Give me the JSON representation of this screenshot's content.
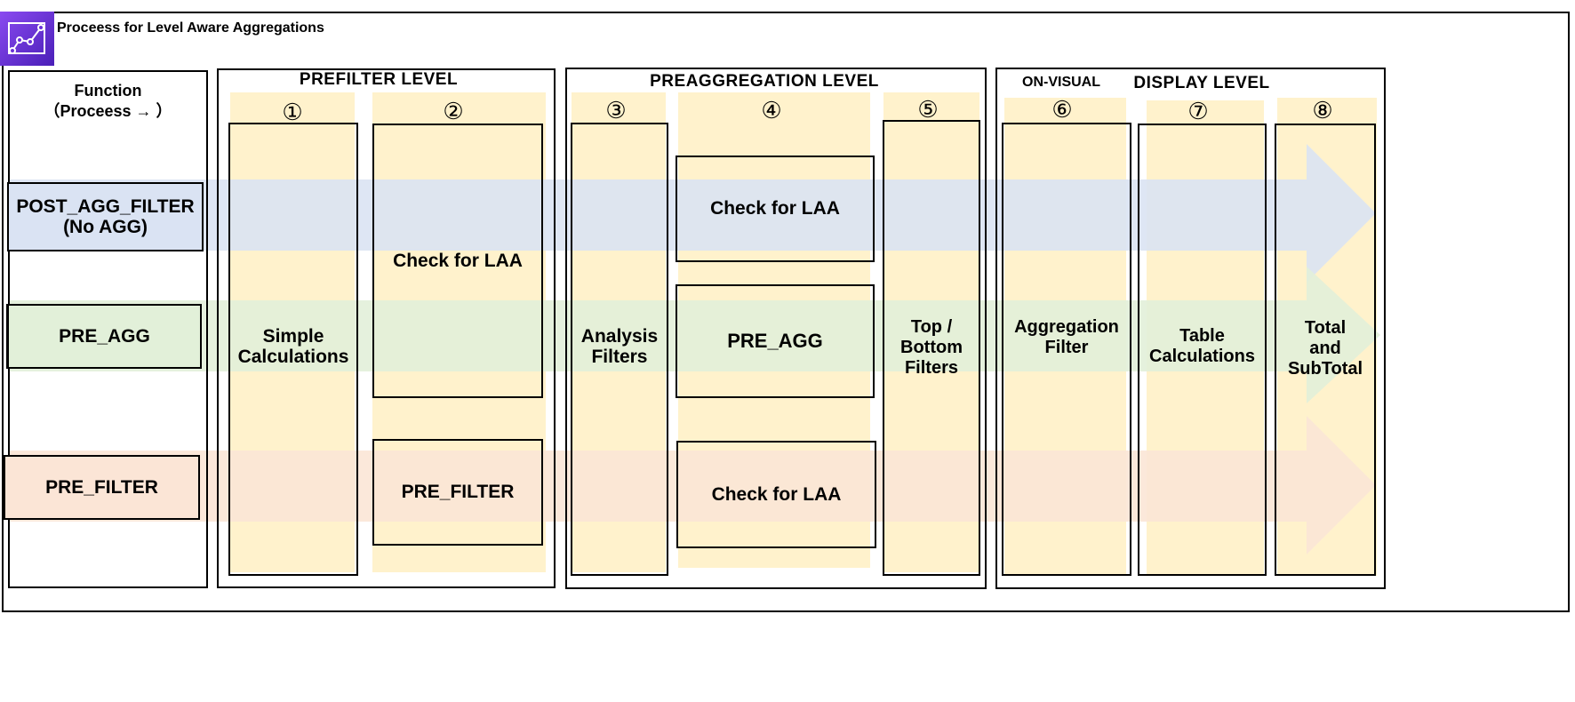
{
  "title": "Proceess for Level Aware Aggregations",
  "icon": "chart-line-icon",
  "colors": {
    "icon_gradient_start": "#7b3fe4",
    "icon_gradient_end": "#4a1fb8",
    "process_bar": "#fff2cc",
    "post_agg_band": "#dae3f3",
    "pre_agg_band": "#e2f0d9",
    "pre_filter_band": "#fbe5d6"
  },
  "function_header": "Function\n（Proceess → ）",
  "rows": {
    "post_agg_filter": "POST_AGG_FILTER\n(No AGG)",
    "pre_agg": "PRE_AGG",
    "pre_filter": "PRE_FILTER"
  },
  "levels": {
    "prefilter": "PREFILTER LEVEL",
    "preaggregation": "PREAGGREGATION LEVEL",
    "on_visual": "ON-VISUAL",
    "display": "DISPLAY LEVEL"
  },
  "steps": {
    "s1": {
      "num": "①",
      "label": "Simple\nCalculations"
    },
    "s2": {
      "num": "②",
      "check": "Check for LAA",
      "prefilter": "PRE_FILTER"
    },
    "s3": {
      "num": "③",
      "label": "Analysis\nFilters"
    },
    "s4": {
      "num": "④",
      "check_top": "Check for LAA",
      "pre_agg": "PRE_AGG",
      "check_bottom": "Check for LAA"
    },
    "s5": {
      "num": "⑤",
      "label": "Top /\nBottom\nFilters"
    },
    "s6": {
      "num": "⑥",
      "label": "Aggregation\nFilter"
    },
    "s7": {
      "num": "⑦",
      "label": "Table\nCalculations"
    },
    "s8": {
      "num": "⑧",
      "label": "Total\nand\nSubTotal"
    }
  }
}
